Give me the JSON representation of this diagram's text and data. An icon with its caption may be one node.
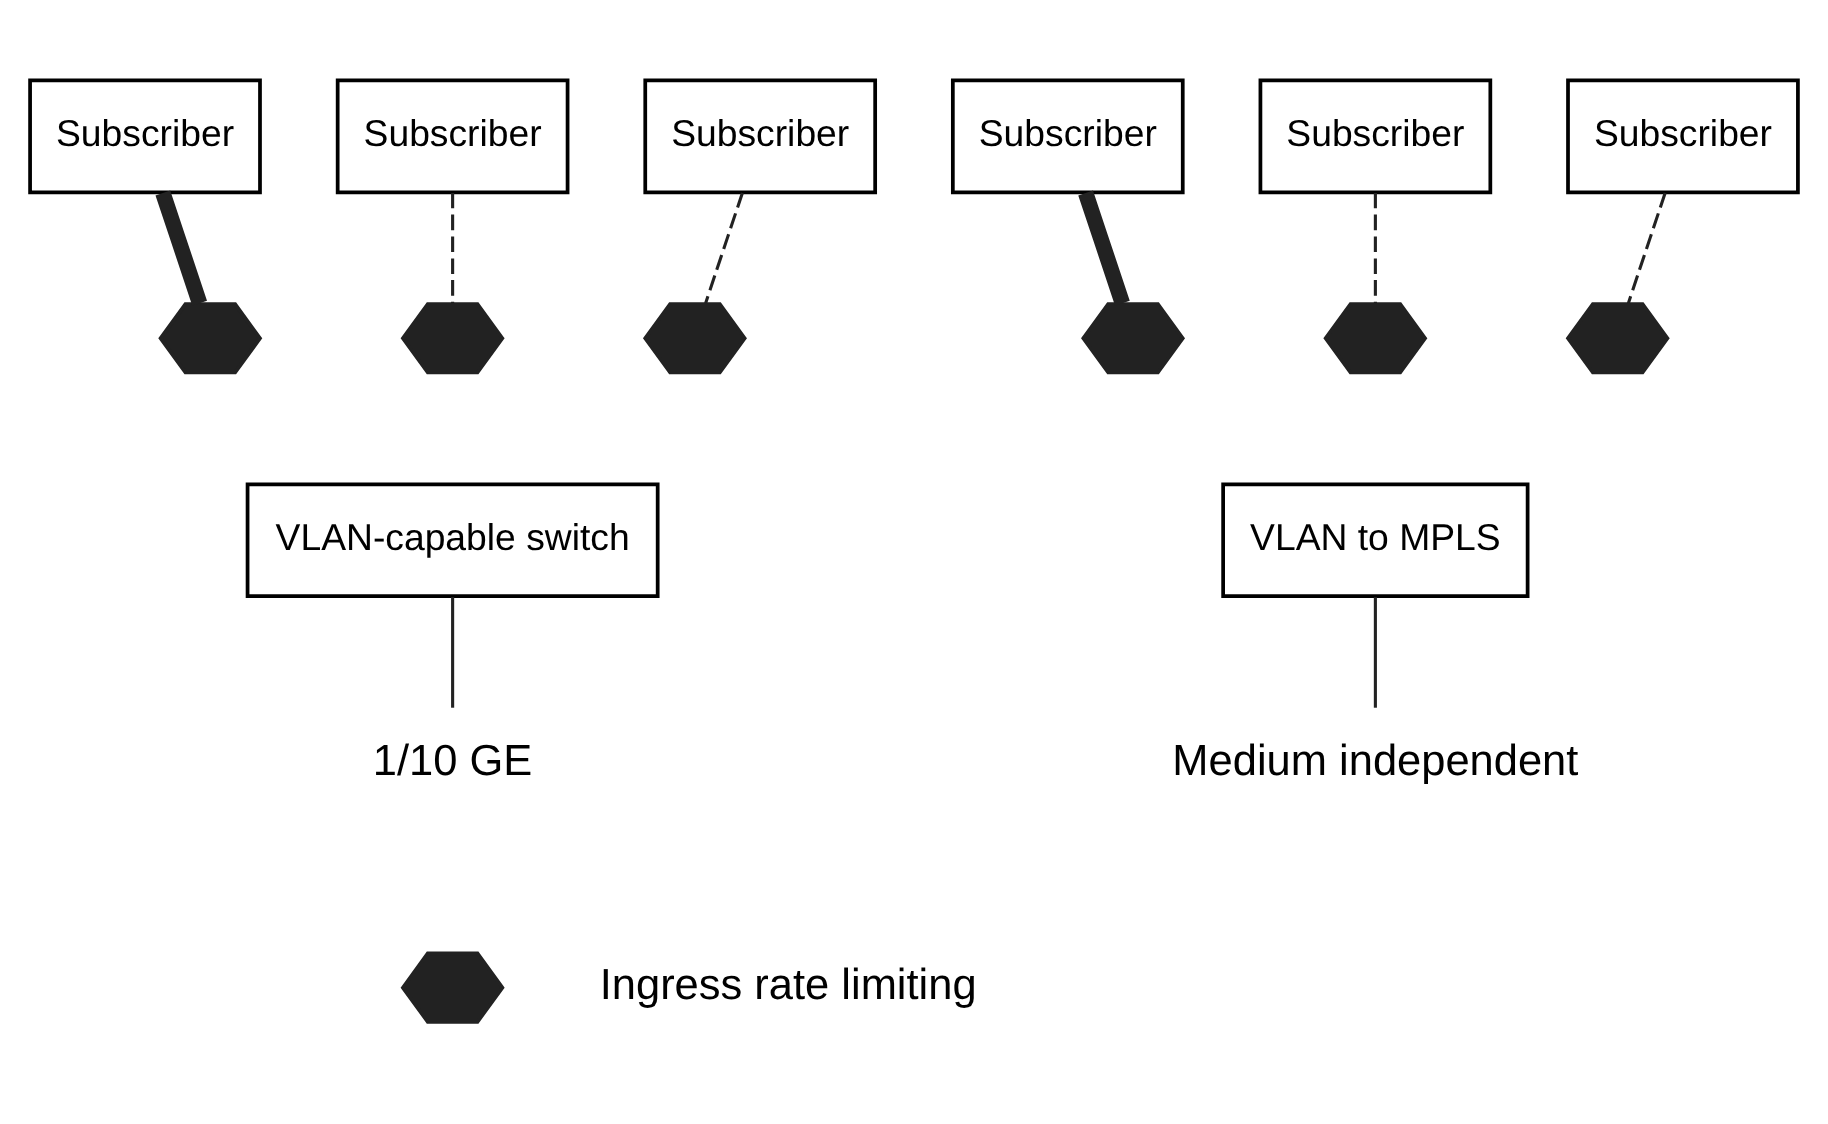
{
  "diagram": {
    "nodes": [
      {
        "text": [
          "Subscriber"
        ]
      },
      {
        "text": [
          "Subscriber"
        ]
      },
      {
        "text": [
          "Subscriber"
        ]
      },
      {
        "text": [
          "Subscriber"
        ]
      },
      {
        "text": [
          "Subscriber"
        ]
      },
      {
        "text": [
          "Subscriber"
        ]
      },
      {
        "text": [],
        "shape": "hexagon"
      },
      {
        "text": [],
        "shape": "hexagon"
      },
      {
        "text": [],
        "shape": "hexagon"
      },
      {
        "text": [],
        "shape": "hexagon"
      },
      {
        "text": [],
        "shape": "hexagon"
      },
      {
        "text": [],
        "shape": "hexagon"
      },
      {
        "text": [
          "VLAN-capable switch"
        ]
      },
      {
        "text": [
          "VLAN to MPLS"
        ]
      },
      {
        "text": [
          "1/10 GE"
        ]
      },
      {
        "text": [
          "Medium independent"
        ]
      },
      {
        "text": [],
        "shape": "hexagon"
      }
    ],
    "edges": [
      {
        "from": 0,
        "to": 6,
        "arrow": "none",
        "style": "thick"
      },
      {
        "from": 1,
        "to": 7,
        "arrow": "none",
        "style": "dashed"
      },
      {
        "from": 2,
        "to": 8,
        "arrow": "none",
        "style": "dashed"
      },
      {
        "from": 3,
        "to": 9,
        "arrow": "none",
        "style": "thick"
      },
      {
        "from": 4,
        "to": 10,
        "arrow": "none",
        "style": "dashed"
      },
      {
        "from": 5,
        "to": 11,
        "arrow": "none",
        "style": "dashed"
      },
      {
        "from": 12,
        "to": 14,
        "arrow": "none"
      },
      {
        "from": 13,
        "to": 15,
        "arrow": "none"
      }
    ],
    "legend": [
      {
        "text": "Ingress rate limiting"
      }
    ]
  }
}
